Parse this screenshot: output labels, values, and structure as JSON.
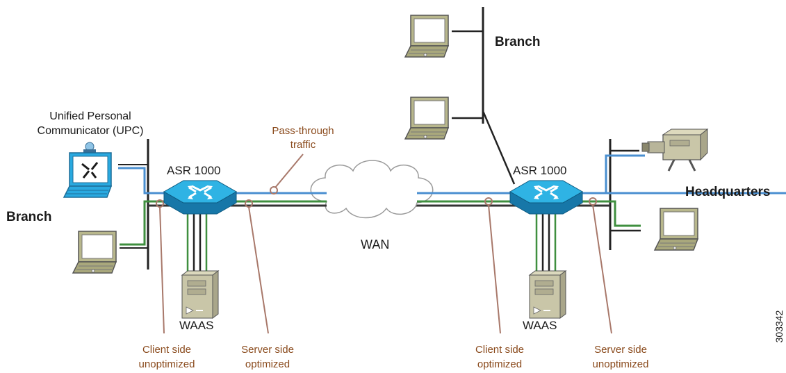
{
  "labels": {
    "upc_line1": "Unified Personal",
    "upc_line2": "Communicator (UPC)",
    "branch_left": "Branch",
    "branch_top": "Branch",
    "headquarters": "Headquarters",
    "asr_left": "ASR 1000",
    "asr_right": "ASR 1000",
    "wan": "WAN",
    "waas_left": "WAAS",
    "waas_right": "WAAS",
    "passthrough_line1": "Pass-through",
    "passthrough_line2": "traffic",
    "client_unopt_line1": "Client side",
    "client_unopt_line2": "unoptimized",
    "server_opt_line1": "Server side",
    "server_opt_line2": "optimized",
    "client_opt_line1": "Client side",
    "client_opt_line2": "optimized",
    "server_unopt_line1": "Server side",
    "server_unopt_line2": "unoptimized",
    "figure_id": "303342"
  },
  "colors": {
    "blue_link": "#4a8fd0",
    "green_link": "#3f8f3f",
    "dark_link": "#333333",
    "callout": "#a8786a",
    "router": "#2aa6d8",
    "laptop": "#b6b58a",
    "server": "#c9c6a8"
  },
  "icons": [
    "router-icon",
    "laptop-icon",
    "server-icon",
    "video-camera-icon",
    "cloud-icon",
    "upc-laptop-icon"
  ]
}
